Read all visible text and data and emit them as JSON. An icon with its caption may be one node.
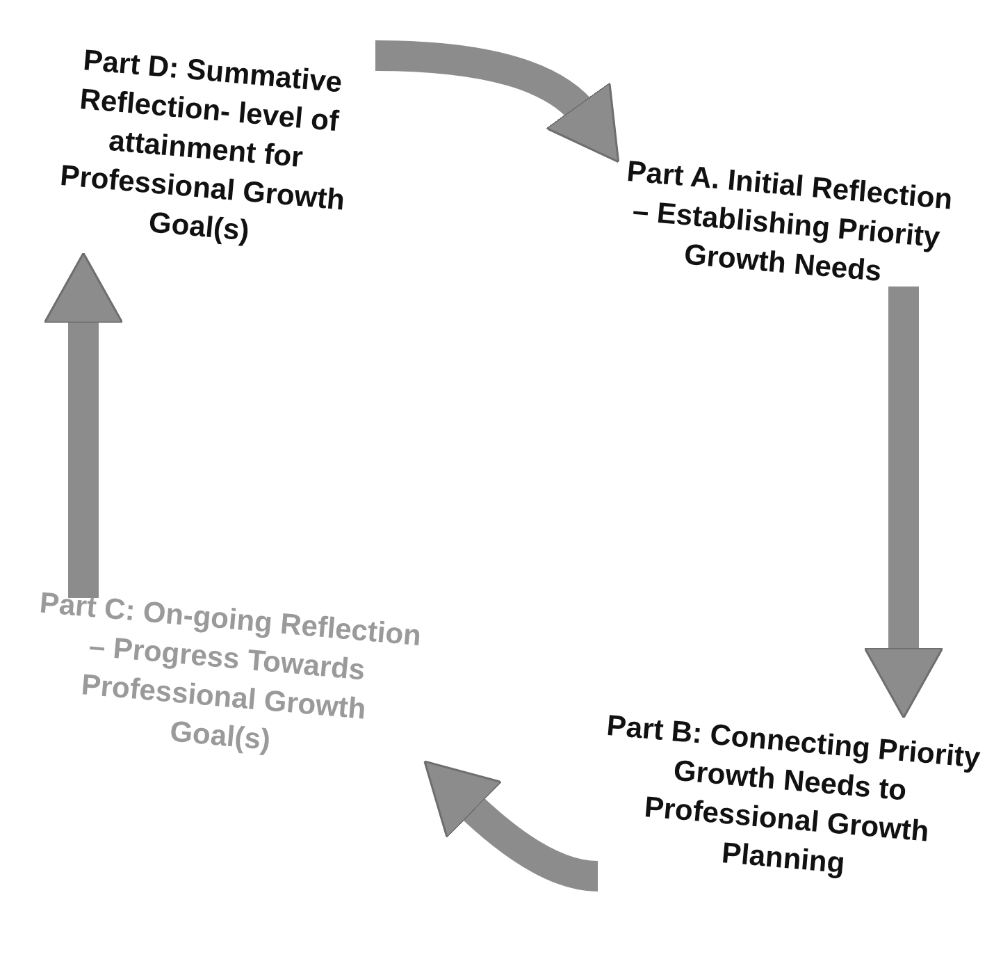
{
  "diagram": {
    "nodes": [
      {
        "text": [
          "Part D:  Summative Reflection- level of attainment for Professional Growth Goal(s)"
        ]
      },
      {
        "text": [
          "Part A. Initial Reflection – Establishing Priority Growth Needs"
        ]
      },
      {
        "text": [
          "Part B:  Connecting Priority Growth Needs to Professional Growth Planning"
        ]
      },
      {
        "text": [
          "Part C:  On-going Reflection – Progress Towards Professional Growth Goal(s)"
        ]
      }
    ],
    "edges": [
      {
        "from": 0,
        "to": 1,
        "arrow": "to"
      },
      {
        "from": 1,
        "to": 2,
        "arrow": "to"
      },
      {
        "from": 2,
        "to": 3,
        "arrow": "to"
      },
      {
        "from": 3,
        "to": 0,
        "arrow": "to"
      }
    ]
  }
}
